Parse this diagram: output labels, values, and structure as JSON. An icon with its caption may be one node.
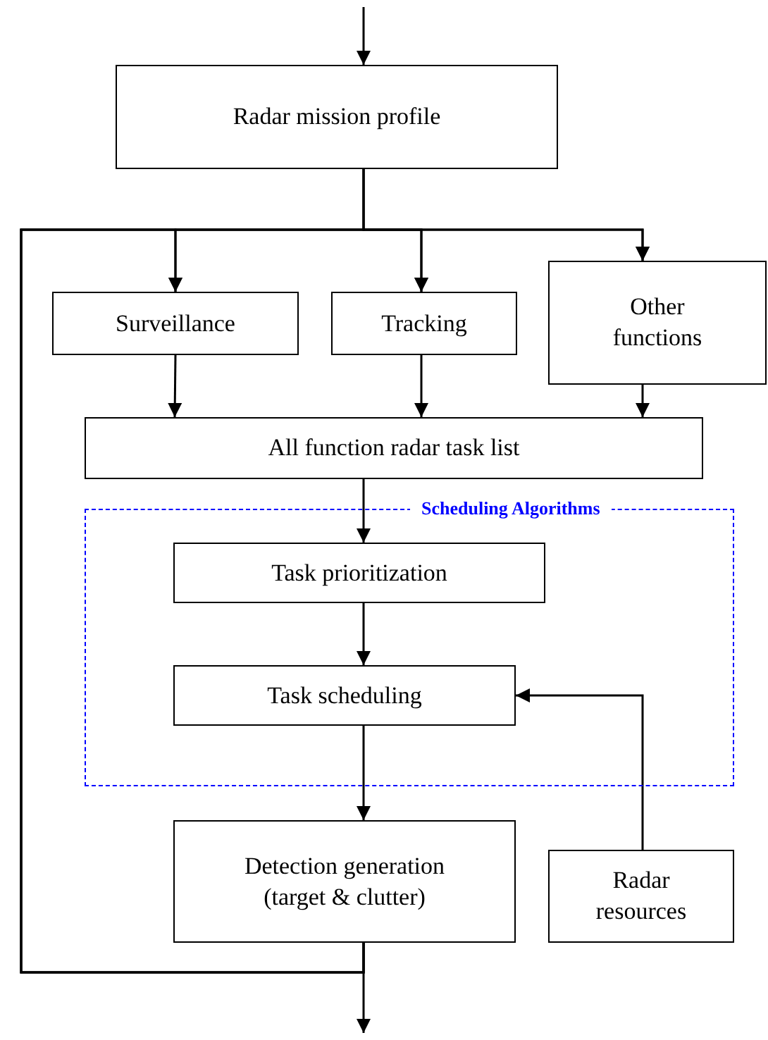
{
  "diagram": {
    "nodes": [
      {
        "text": [
          "Radar mission profile"
        ]
      },
      {
        "text": [
          "Surveillance"
        ]
      },
      {
        "text": [
          "Tracking"
        ]
      },
      {
        "text": [
          "Other functions"
        ]
      },
      {
        "text": [
          "All function  radar task list"
        ]
      },
      {
        "text": [
          "Scheduling Algorithms"
        ]
      },
      {
        "text": [
          "Task prioritization"
        ],
        "in": 5
      },
      {
        "text": [
          "Task scheduling"
        ],
        "in": 5
      },
      {
        "text": [
          "Detection generation (target & clutter)"
        ]
      },
      {
        "text": [
          "Radar resources"
        ]
      }
    ],
    "edges": [
      {
        "from": null,
        "to": 0,
        "arrow": "to"
      },
      {
        "from": 0,
        "to": 1,
        "arrow": "to"
      },
      {
        "from": 0,
        "to": 2,
        "arrow": "to"
      },
      {
        "from": 0,
        "to": 3,
        "arrow": "to"
      },
      {
        "from": 8,
        "to": 1,
        "arrow": "to"
      },
      {
        "from": 8,
        "to": 2,
        "arrow": "to"
      },
      {
        "from": 8,
        "to": 3,
        "arrow": "to"
      },
      {
        "from": 1,
        "to": 4,
        "arrow": "to"
      },
      {
        "from": 2,
        "to": 4,
        "arrow": "to"
      },
      {
        "from": 3,
        "to": 4,
        "arrow": "to"
      },
      {
        "from": 4,
        "to": 6,
        "arrow": "to"
      },
      {
        "from": 6,
        "to": 7,
        "arrow": "to"
      },
      {
        "from": 7,
        "to": 8,
        "arrow": "to"
      },
      {
        "from": 9,
        "to": 7,
        "arrow": "to"
      },
      {
        "from": 8,
        "to": null,
        "arrow": "to"
      }
    ]
  }
}
